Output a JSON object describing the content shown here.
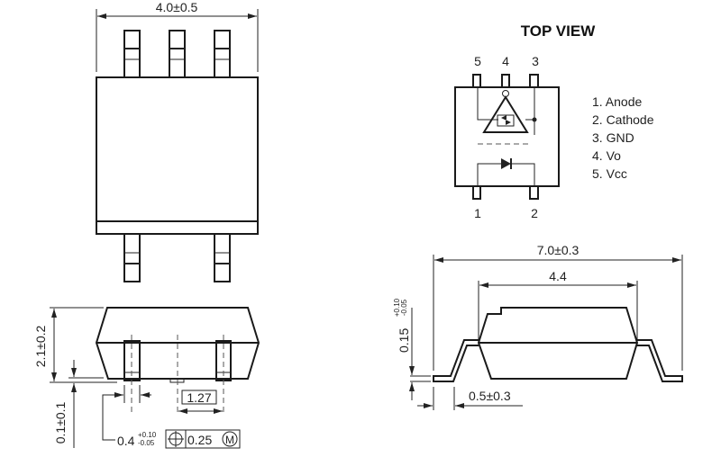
{
  "top_view_title": "TOP VIEW",
  "dimensions": {
    "body_width": "4.0±0.5",
    "height": "2.1±0.2",
    "standoff": "0.1±0.1",
    "lead_width": "0.4",
    "lead_width_tol_plus": "+0.10",
    "lead_width_tol_minus": "-0.05",
    "position_tolerance": "0.25",
    "position_modifier": "M",
    "pitch": "1.27",
    "overall_length": "7.0±0.3",
    "body_length": "4.4",
    "lead_thickness": "0.15",
    "lead_thickness_tol_plus": "+0.10",
    "lead_thickness_tol_minus": "-0.05",
    "foot_length": "0.5±0.3"
  },
  "pin_numbers": {
    "p1": "1",
    "p2": "2",
    "p3": "3",
    "p4": "4",
    "p5": "5"
  },
  "pin_list": [
    "1. Anode",
    "2. Cathode",
    "3. GND",
    "4. Vo",
    "5. Vcc"
  ]
}
